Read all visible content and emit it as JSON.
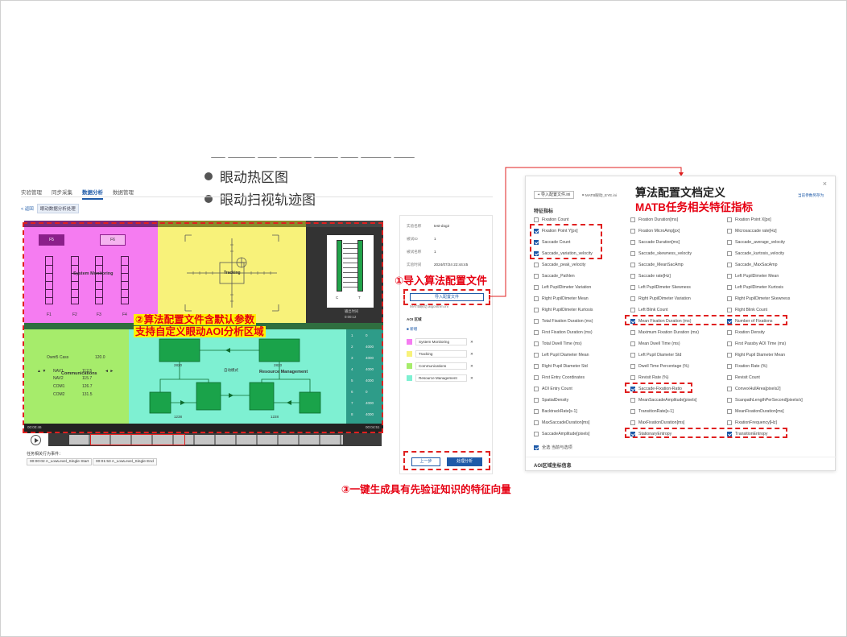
{
  "bullets": [
    "眼动热区图",
    "眼动扫视轨迹图"
  ],
  "nav": {
    "items": [
      "实验管理",
      "同步采集",
      "数据分析",
      "数据管理"
    ],
    "active_index": 2
  },
  "breadcrumb": {
    "back": "< 返回",
    "current": "眼动数据分析处理"
  },
  "stimulus": {
    "regions": [
      {
        "name": "System Monitoring",
        "color": "#f57cf1"
      },
      {
        "name": "Tracking",
        "color": "#f8f27a"
      },
      {
        "name": "Communications",
        "color": "#a6ec6b"
      },
      {
        "name": "Resource Management",
        "color": "#7ef0d2"
      }
    ],
    "sysmon": {
      "buttons": [
        "F5",
        "F6"
      ],
      "gauges": [
        "F1",
        "F2",
        "F3",
        "F4"
      ],
      "label": "System Monitoring"
    },
    "tracking": {
      "label": "Tracking"
    },
    "comms": {
      "callsign": "Ownt5 Cass",
      "frequency": "120.0",
      "rows": [
        [
          "NAV1",
          "112.5"
        ],
        [
          "NAV2",
          "115.7"
        ],
        [
          "COM1",
          "126.7"
        ],
        [
          "COM2",
          "131.5"
        ]
      ],
      "label": "Communications"
    },
    "resource": {
      "label": "Resource Management",
      "values": [
        "2820",
        "2823",
        "1238",
        "1228"
      ],
      "pump_label": "自动模式"
    },
    "scale": {
      "label": "输出时间",
      "time": "0:00:12",
      "ticks": [
        "C",
        "T"
      ]
    },
    "pump_status": {
      "rows": [
        [
          "1",
          "0"
        ],
        [
          "2",
          "4000"
        ],
        [
          "3",
          "4000"
        ],
        [
          "4",
          "4000"
        ],
        [
          "5",
          "4000"
        ],
        [
          "6",
          "0"
        ],
        [
          "7",
          "4000"
        ],
        [
          "8",
          "4000"
        ]
      ]
    },
    "time_start": "00:00:46",
    "time_end": "00:04:51"
  },
  "aoi_label": "任务相关行为事件：",
  "events": [
    "00:00:02 A_LowLevel_Single Start",
    "00:01:53 A_LowLevel_Single End"
  ],
  "info": {
    "rows": [
      {
        "k": "实验名称",
        "v": "test-dog2"
      },
      {
        "k": "被试ID",
        "v": "1"
      },
      {
        "k": "被试名称",
        "v": "1"
      },
      {
        "k": "实验时间",
        "v": "2024/07/24 22:44:45"
      }
    ],
    "import_button": "导入配置文件",
    "file_note": "MATB眼动.algorithm.ini",
    "aoi_title": "AOI 区域",
    "aoi_add": "新增",
    "aoi_items": [
      {
        "name": "System Monitoring",
        "color": "#f57cf1"
      },
      {
        "name": "Tracking",
        "color": "#f8f27a"
      },
      {
        "name": "Communications",
        "color": "#a6ec6b"
      },
      {
        "name": "Resource Management",
        "color": "#7ef0d2"
      }
    ],
    "prev_button": "上一步",
    "gen_button": "处理分析"
  },
  "annotations": {
    "a1": "①导入算法配置文件",
    "a2_line1": "②算法配置文件含默认参数",
    "a2_line2": "支持自定义眼动AOI分析区域",
    "a3": "③一键生成具有先验证知识的特征向量",
    "dialog_title": "算法配置文档定义",
    "dialog_sub": "MATB任务相关特征指标"
  },
  "dialog": {
    "import_button": "+ 导入配置文件.ini",
    "file": "MATB眼动_EYE.ini",
    "save_link": "当前参数另存为",
    "section": "特征指标",
    "close": "×",
    "select_all": "全选 当前与选项",
    "footer": "AOI区域坐标信息",
    "features": [
      [
        "Fixation Count",
        "Fixation Duration[ms]",
        "Fixation Point X[px]"
      ],
      [
        "Fixation Point Y[px]",
        "Fixation MicroAmp[px]",
        "Microsaccade rate[Hz]"
      ],
      [
        "Saccade Count",
        "Saccade Duration[ms]",
        "Saccade_average_velocity"
      ],
      [
        "Saccade_variation_velocity",
        "Saccade_skewness_velocity",
        "Saccade_kurtosis_velocity"
      ],
      [
        "Saccade_peak_velocity",
        "Saccade_MeanSacAmp",
        "Saccade_MaxSacAmp"
      ],
      [
        "Saccade_Pathlen",
        "Saccade rate[Hz]",
        "Left PupilDimeter Mean"
      ],
      [
        "Left PupilDimeter Variation",
        "Left PupilDimeter Skewness",
        "Left PupilDimeter Kurtosis"
      ],
      [
        "Right PupilDimeter Mean",
        "Right PupilDimeter Variation",
        "Right PupilDimeter Skewness"
      ],
      [
        "Right PupilDimeter Kurtosis",
        "Left Blink Count",
        "Right Blink Count"
      ],
      [
        "Total Fixation Duration (ms)",
        "Mean Fixation Duration (ms)",
        "Number of Fixations"
      ],
      [
        "First Fixation Duration (ms)",
        "Maximum Fixation Duration (ms)",
        "Fixation Density"
      ],
      [
        "Total Dwell Time (ms)",
        "Mean Dwell Time (ms)",
        "First Passby AOI Time (ms)"
      ],
      [
        "Left Pupil Diameter Mean",
        "Left Pupil Diameter Std",
        "Right Pupil Diameter Mean"
      ],
      [
        "Right Pupil Diameter Std",
        "Dwell Time Percentage (%)",
        "Fixation Rate (%)"
      ],
      [
        "First Entry Coordinates",
        "Revisit Rate (%)",
        "Revisit Count"
      ],
      [
        "AOI Entry Count",
        "Saccade-Fixation-Ratio",
        "ConvexHullArea[pixels2]"
      ],
      [
        "SpatialDensity",
        "MeanSaccadeAmplitude[pixels]",
        "ScanpathLengthPerSecond[pixels/s]"
      ],
      [
        "BacktrackRate[s-1]",
        "TransitionRate[s-1]",
        "MeanFixationDuration[ms]"
      ],
      [
        "MaxSaccadeDuration[ms]",
        "MaxFixationDuration[ms]",
        "FixationFrequency[Hz]"
      ],
      [
        "SaccadeAmplitude[pixels]",
        "StationaryEntropy",
        "TransitionEntropy"
      ]
    ],
    "checked": [
      [
        1,
        0
      ],
      [
        2,
        0
      ],
      [
        3,
        0
      ],
      [
        9,
        1
      ],
      [
        9,
        2
      ],
      [
        15,
        1
      ],
      [
        19,
        1
      ],
      [
        19,
        2
      ]
    ]
  },
  "colors": {
    "accent_red": "#e60012",
    "brand_blue": "#1e5aa8",
    "highlight": "#fff200"
  }
}
